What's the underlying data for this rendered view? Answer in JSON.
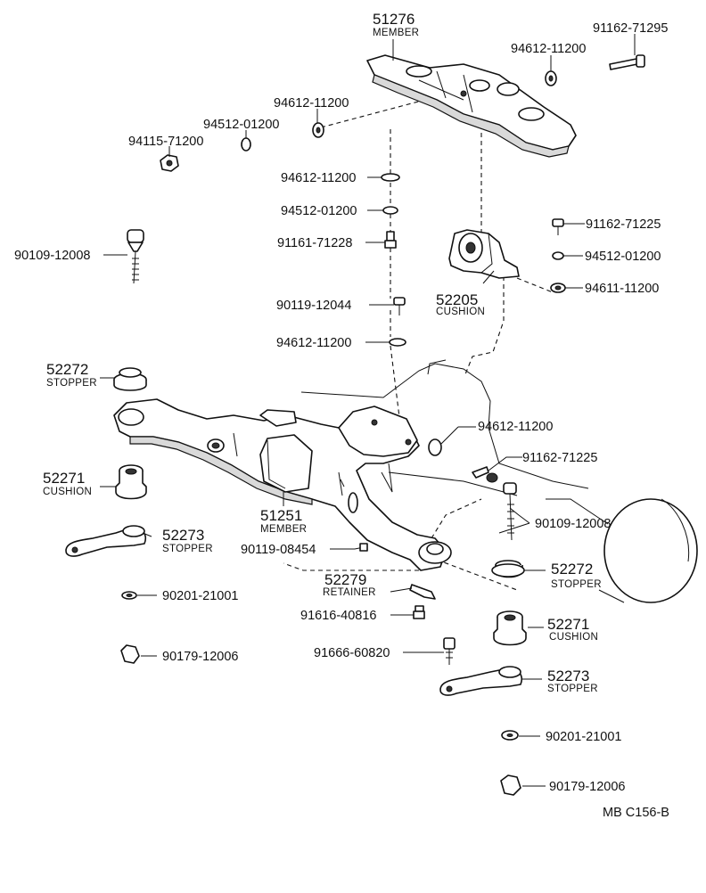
{
  "diagram_code": "MB C156-B",
  "labels": {
    "member_51276": {
      "number": "51276",
      "name": "MEMBER"
    },
    "cushion_52205": {
      "number": "52205",
      "name": "CUSHION"
    },
    "stopper_52272_left": {
      "number": "52272",
      "name": "STOPPER"
    },
    "cushion_52271_left": {
      "number": "52271",
      "name": "CUSHION"
    },
    "member_51251": {
      "number": "51251",
      "name": "MEMBER"
    },
    "stopper_52273_left": {
      "number": "52273",
      "name": "STOPPER"
    },
    "retainer_52279": {
      "number": "52279",
      "name": "RETAINER"
    },
    "stopper_52272_right": {
      "number": "52272",
      "name": "STOPPER"
    },
    "cushion_52271_right": {
      "number": "52271",
      "name": "CUSHION"
    },
    "stopper_52273_right": {
      "number": "52273",
      "name": "STOPPER"
    }
  },
  "part_numbers": {
    "p_91162_71295": "91162-71295",
    "p_94612_11200_top": "94612-11200",
    "p_94612_11200_upper": "94612-11200",
    "p_94512_01200_upper": "94512-01200",
    "p_94115_71200": "94115-71200",
    "p_94612_11200_mid": "94612-11200",
    "p_94512_01200_mid": "94512-01200",
    "p_91161_71228": "91161-71228",
    "p_90109_12008_left": "90109-12008",
    "p_91162_71225_upper": "91162-71225",
    "p_94512_01200_right": "94512-01200",
    "p_94611_11200": "94611-11200",
    "p_90119_12044": "90119-12044",
    "p_94612_11200_lower": "94612-11200",
    "p_94612_11200_right": "94612-11200",
    "p_91162_71225_lower": "91162-71225",
    "p_90109_12008_right": "90109-12008",
    "p_90119_08454": "90119-08454",
    "p_90201_21001_left": "90201-21001",
    "p_91616_40816": "91616-40816",
    "p_90179_12006_left": "90179-12006",
    "p_91666_60820": "91666-60820",
    "p_90201_21001_right": "90201-21001",
    "p_90179_12006_right": "90179-12006"
  }
}
